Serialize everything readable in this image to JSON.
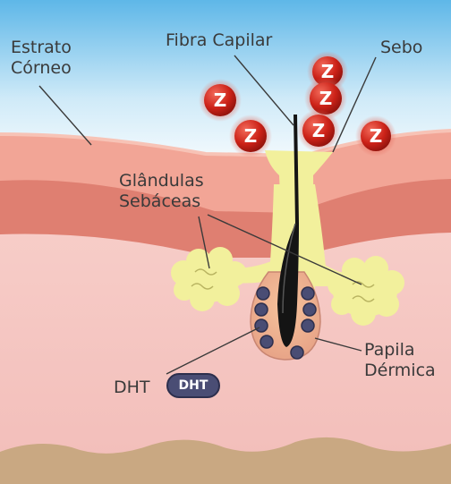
{
  "labels": {
    "estrato_corneo": [
      "Estrato",
      "Córneo"
    ],
    "fibra_capilar": "Fibra Capilar",
    "sebo": "Sebo",
    "glandulas_sebaceas": [
      "Glândulas",
      "Sebáceas"
    ],
    "papila_dermica": [
      "Papila",
      "Dérmica"
    ],
    "dht": "DHT"
  },
  "badges": {
    "dht_molecule": "DHT",
    "z_molecule": "Z"
  },
  "colors": {
    "sky_top": "#5eb7e8",
    "sky_bottom": "#ffffff",
    "skin_outer": "#f2a596",
    "skin_band": "#df7f71",
    "dermis": "#f6c7c4",
    "subcutis": "#c9a882",
    "sebum": "#f2f09c",
    "hair": "#141414",
    "z_molecule": "#cc2218",
    "dht_molecule": "#4a4d74"
  }
}
